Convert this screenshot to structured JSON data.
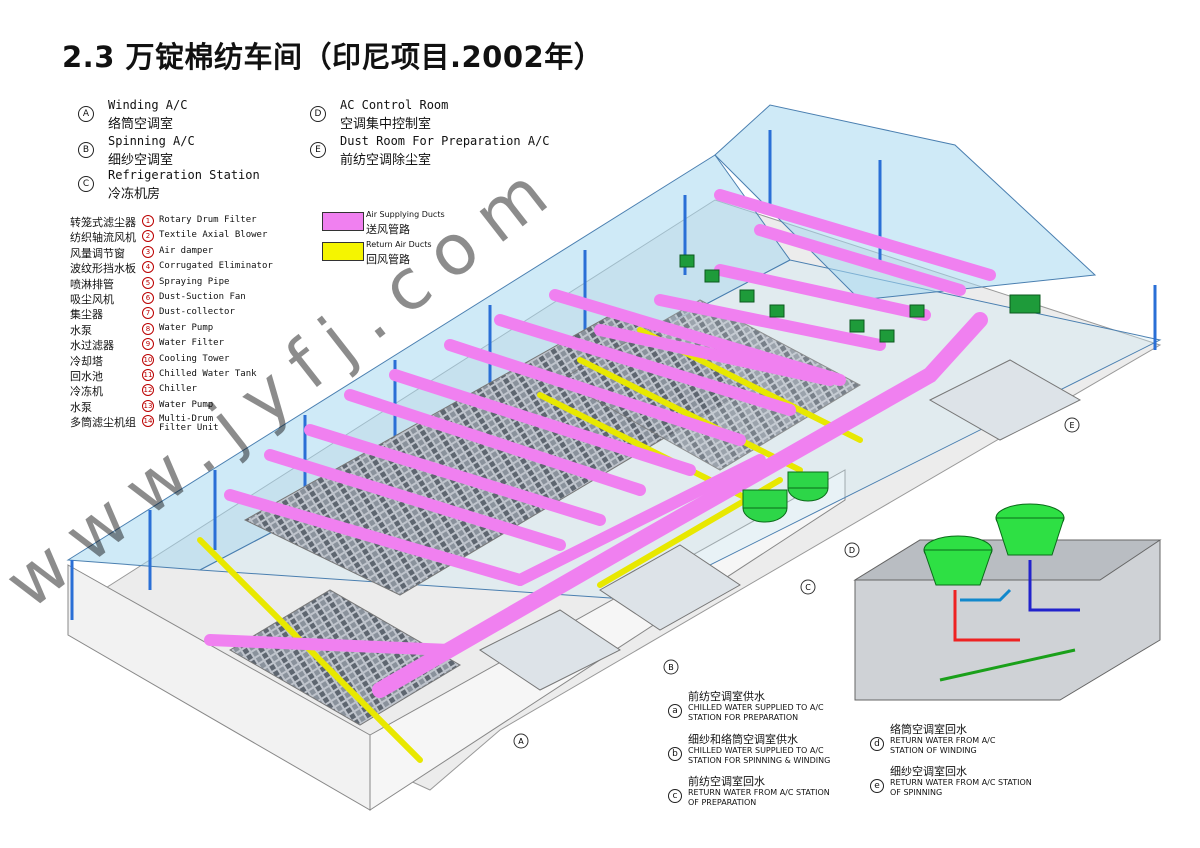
{
  "title": "2.3 万锭棉纺车间（印尼项目.2002年）",
  "areas": [
    {
      "mark": "A",
      "en": "Winding A/C",
      "cn": "络筒空调室"
    },
    {
      "mark": "B",
      "en": "Spinning A/C",
      "cn": "细纱空调室"
    },
    {
      "mark": "C",
      "en": "Refrigeration Station",
      "cn": "冷冻机房"
    },
    {
      "mark": "D",
      "en": "AC Control Room",
      "cn": "空调集中控制室"
    },
    {
      "mark": "E",
      "en": "Dust Room For Preparation A/C",
      "cn": "前纺空调除尘室"
    }
  ],
  "equipment": [
    {
      "cn": "转笼式滤尘器",
      "num": "1",
      "en": "Rotary Drum Filter"
    },
    {
      "cn": "纺织轴流风机",
      "num": "2",
      "en": "Textile Axial Blower"
    },
    {
      "cn": "风量调节窗",
      "num": "3",
      "en": "Air damper"
    },
    {
      "cn": "波纹形挡水板",
      "num": "4",
      "en": "Corrugated Eliminator"
    },
    {
      "cn": "喷淋排管",
      "num": "5",
      "en": "Spraying Pipe"
    },
    {
      "cn": "吸尘风机",
      "num": "6",
      "en": "Dust-Suction Fan"
    },
    {
      "cn": "集尘器",
      "num": "7",
      "en": "Dust-collector"
    },
    {
      "cn": "水泵",
      "num": "8",
      "en": "Water Pump"
    },
    {
      "cn": "水过滤器",
      "num": "9",
      "en": "Water Filter"
    },
    {
      "cn": "冷却塔",
      "num": "10",
      "en": "Cooling Tower"
    },
    {
      "cn": "回水池",
      "num": "11",
      "en": "Chilled Water Tank"
    },
    {
      "cn": "冷冻机",
      "num": "12",
      "en": "Chiller"
    },
    {
      "cn": "水泵",
      "num": "13",
      "en": "Water Pump"
    },
    {
      "cn": "多筒滤尘机组",
      "num": "14",
      "en": "Multi-Drum Filter Unit"
    }
  ],
  "ducts": [
    {
      "en": "Air Supplying Ducts",
      "cn": "送风管路",
      "color": "#f080f0"
    },
    {
      "en": "Return Air Ducts",
      "cn": "回风管路",
      "color": "#f5f500"
    }
  ],
  "water": [
    {
      "mark": "a",
      "cn": "前纺空调室供水",
      "en1": "CHILLED WATER SUPPLIED TO A/C",
      "en2": "STATION FOR PREPARATION"
    },
    {
      "mark": "b",
      "cn": "细纱和络筒空调室供水",
      "en1": "CHILLED WATER SUPPLIED TO A/C",
      "en2": "STATION FOR SPINNING & WINDING"
    },
    {
      "mark": "c",
      "cn": "前纺空调室回水",
      "en1": "RETURN WATER   FROM A/C STATION",
      "en2": "OF PREPARATION"
    },
    {
      "mark": "d",
      "cn": "络筒空调室回水",
      "en1": "RETURN WATER   FROM A/C",
      "en2": "STATION  OF WINDING"
    },
    {
      "mark": "e",
      "cn": "细纱空调室回水",
      "en1": "RETURN WATER   FROM A/C STATION",
      "en2": "OF SPINNING"
    }
  ],
  "diagram_labels": {
    "A": "A",
    "B": "B",
    "C": "C",
    "D": "D",
    "E": "E"
  },
  "watermark": "www.jyfj.com"
}
